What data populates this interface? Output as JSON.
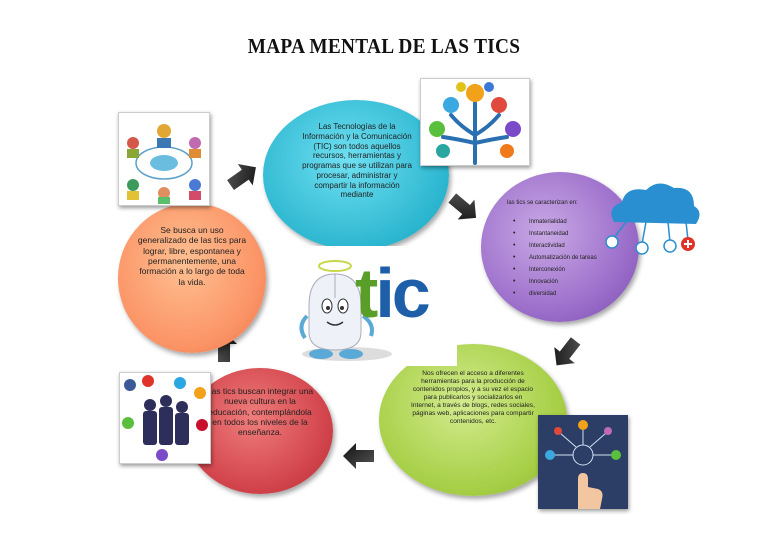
{
  "title": "MAPA MENTAL DE LAS TICS",
  "nodes": {
    "top": "Las Tecnologías de la Información y la Comunicación (TIC) son todos aquellos recursos, herramientas y programas que se utilizan para procesar, administrar y compartir la información mediante",
    "right": {
      "heading": "las tics se caracterizan en:",
      "items": [
        "Inmaterialidad",
        "Instantaneidad",
        "Interactividad",
        "Automatización de tareas",
        "Interconexión",
        "Innovación",
        "diversidad"
      ]
    },
    "bottom": "Nos ofrecen el acceso a diferentes herramientas para la producción de contenidos propios, y a su vez el espacio para publicarlos y socializarlos en Internet, a través de blogs, redes sociales, páginas web, aplicaciones para compartir contenidos, etc.",
    "left": "Las tics buscan integrar una nueva cultura en la educación, contemplándola en todos los niveles de la enseñanza.",
    "upleft": "Se busca un uso generalizado de las tics para lograr, libre, espontanea y permanentemente, una formación a lo largo de toda la vida."
  },
  "center_logo": {
    "text": "tic"
  },
  "colors": {
    "top": "#2cb6d0",
    "right": "#9a6cc9",
    "bottom": "#a7cf47",
    "left": "#d2444b",
    "upleft": "#fb9466",
    "arrow": "#1a1a1a",
    "logo_t": "#5a9e2a",
    "logo_ic": "#1d5fa8"
  },
  "icons": [
    "network-tree-icon",
    "cloud-network-icon",
    "hand-touch-network-icon",
    "business-people-icon",
    "people-network-icon"
  ]
}
